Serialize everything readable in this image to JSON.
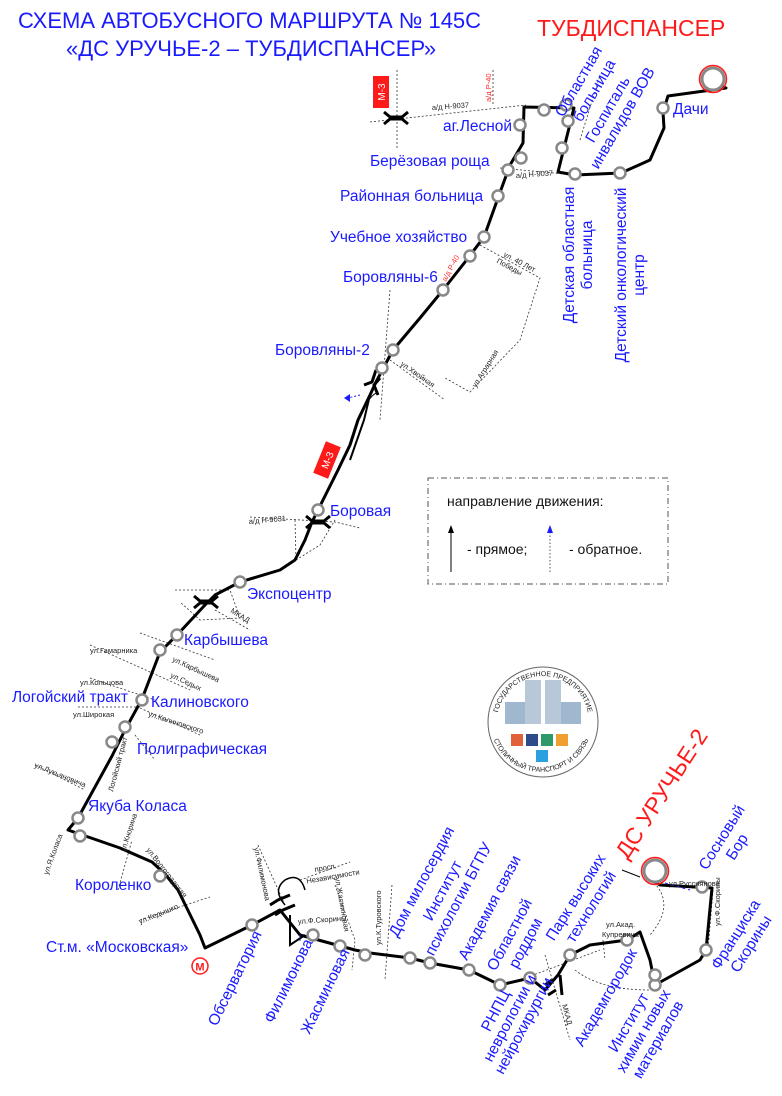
{
  "title": {
    "line1": "СХЕМА АВТОБУСНОГО МАРШРУТА № 145С",
    "line2": "«ДС УРУЧЬЕ-2 – ТУБДИСПАНСЕР»"
  },
  "terminals": {
    "north": "ТУБДИСПАНСЕР",
    "south": "ДС УРУЧЬЕ-2"
  },
  "stops": {
    "dachi": "Дачи",
    "obl_bolnitsa": [
      "Областная",
      "больница"
    ],
    "gospital": [
      "Госпиталь",
      "инвалидов ВОВ"
    ],
    "lesnoy": "аг.Лесной",
    "berezovaya": "Берёзовая роща",
    "rayonnaya": "Районная больница",
    "uchebnoe": "Учебное хозяйство",
    "borovlyany6": "Боровляны-6",
    "borovlyany2": "Боровляны-2",
    "detskaya_obl": [
      "Детская областная",
      "больница"
    ],
    "onko": [
      "Детский онкологический",
      "центр"
    ],
    "borovaya": "Боровая",
    "expocentr": "Экспоцентр",
    "karbysheva": "Карбышева",
    "logoysky": "Логойский тракт",
    "kalinovskogo": "Калиновского",
    "poligraf": "Полиграфическая",
    "kolasa": "Якуба Коласа",
    "korolenko": "Короленко",
    "moskovskaya": "Ст.м. «Московская»",
    "observatoriya": "Обсерватория",
    "filimonova": "Филимонова",
    "zhasminovaya": "Жасминовая",
    "dom_miloserdiya": "Дом милосердия",
    "institut_psych": [
      "Институт",
      "психологии БГПУ"
    ],
    "akad_svyazi": "Академия связи",
    "roddom": [
      "Областной",
      "роддом"
    ],
    "rnpc": [
      "РНПЦ",
      "неврологии и",
      "нейрохирургии"
    ],
    "park_tech": [
      "Парк высоких",
      "технологий"
    ],
    "akademgorodok": "Академгородок",
    "institut_chem": [
      "Институт",
      "химии новых",
      "материалов"
    ],
    "skoriny": [
      "Франциска",
      "Скорины"
    ],
    "sosnovy": [
      "Сосновый",
      "Бор"
    ]
  },
  "roads": {
    "m3": "М-3",
    "h9037": "а/д Н-9037",
    "r40": "а/д Р-40",
    "h9031": "а/д Н-9031",
    "mkad": "МКАД",
    "pobedy": [
      "ул. 40 Лет",
      "Победы"
    ],
    "hvoynaya": "ул.Хвойная",
    "agrarnaya": "ул.Аграрная",
    "gamarnika": "ул.Гамарника",
    "karbysheva": "ул.Карбышева",
    "sedyh": "ул.Седых",
    "koltsova": "ул.Кольцова",
    "shirokaya": "ул.Широкая",
    "kalinovskogo": "ул.Калиновского",
    "logoysky": "Логойский тракт",
    "lukyanovicha": "ул.Лукьяновича",
    "ya_kolasa": "ул.Я.Коласа",
    "knorina": "ул.Кнорина",
    "volgogradskaya": "ул.Волгоградская",
    "kedyshko": "ул.Кедышко",
    "filimonova": "ул.Филимонова",
    "nezavisimosti": [
      "просп.",
      "Независимости"
    ],
    "f_skoriny": "ул.Ф.Скорины",
    "zhasminovaya": "ул.Жасминовая",
    "turovskogo": "ул.К.Туровского",
    "kuprevicha": [
      "ул.Акад.",
      "Купревича"
    ],
    "russiyanova": "ул.Руссиянова",
    "f_skoriny2": "ул.Ф.Скорины"
  },
  "metro_symbol": "М",
  "legend": {
    "title": "направление движения:",
    "forward": "- прямое;",
    "backward": "- обратное.",
    "forward_color": "#000000",
    "backward_color": "#1a1aff"
  },
  "logo": {
    "top": "ГОСУДАРСТВЕННОЕ ПРЕДПРИЯТИЕ",
    "bottom": "СТОЛИЧНЫЙ ТРАНСПОРТ И СВЯЗЬ"
  },
  "colors": {
    "stop_label": "#1a1aff",
    "terminal": "#ff1a1a",
    "route": "#000000"
  }
}
